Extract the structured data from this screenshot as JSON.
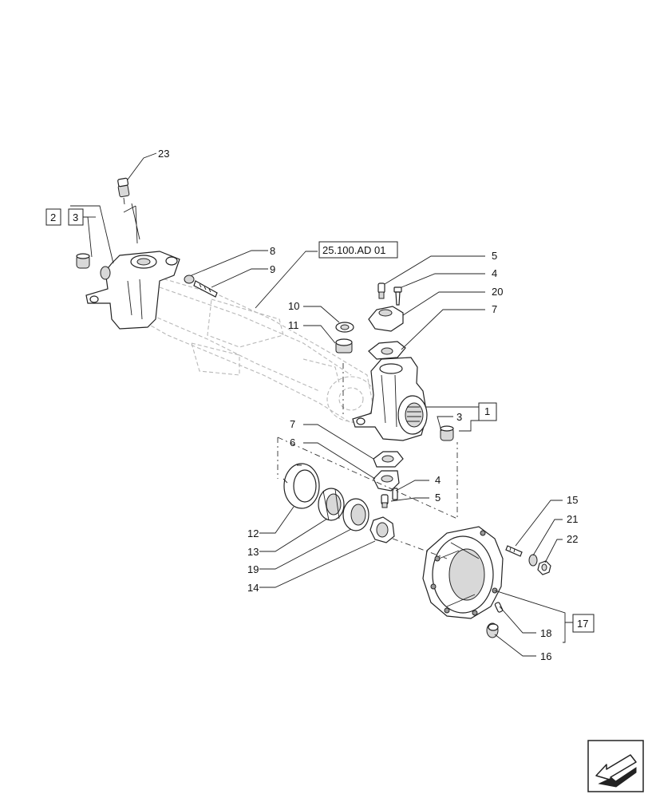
{
  "callouts": {
    "c23": "23",
    "c2": "2",
    "c3a": "3",
    "c8": "8",
    "c9": "9",
    "c10": "10",
    "c11": "11",
    "c5a": "5",
    "c4a": "4",
    "c20": "20",
    "c7a": "7",
    "c7b": "7",
    "c6": "6",
    "c3b": "3",
    "c1": "1",
    "c4b": "4",
    "c5b": "5",
    "c12": "12",
    "c13": "13",
    "c19": "19",
    "c14": "14",
    "c15": "15",
    "c21": "21",
    "c22": "22",
    "c17": "17",
    "c18": "18",
    "c16": "16"
  },
  "reference": "25.100.AD 01",
  "nav_icon": "arrow-return-icon"
}
